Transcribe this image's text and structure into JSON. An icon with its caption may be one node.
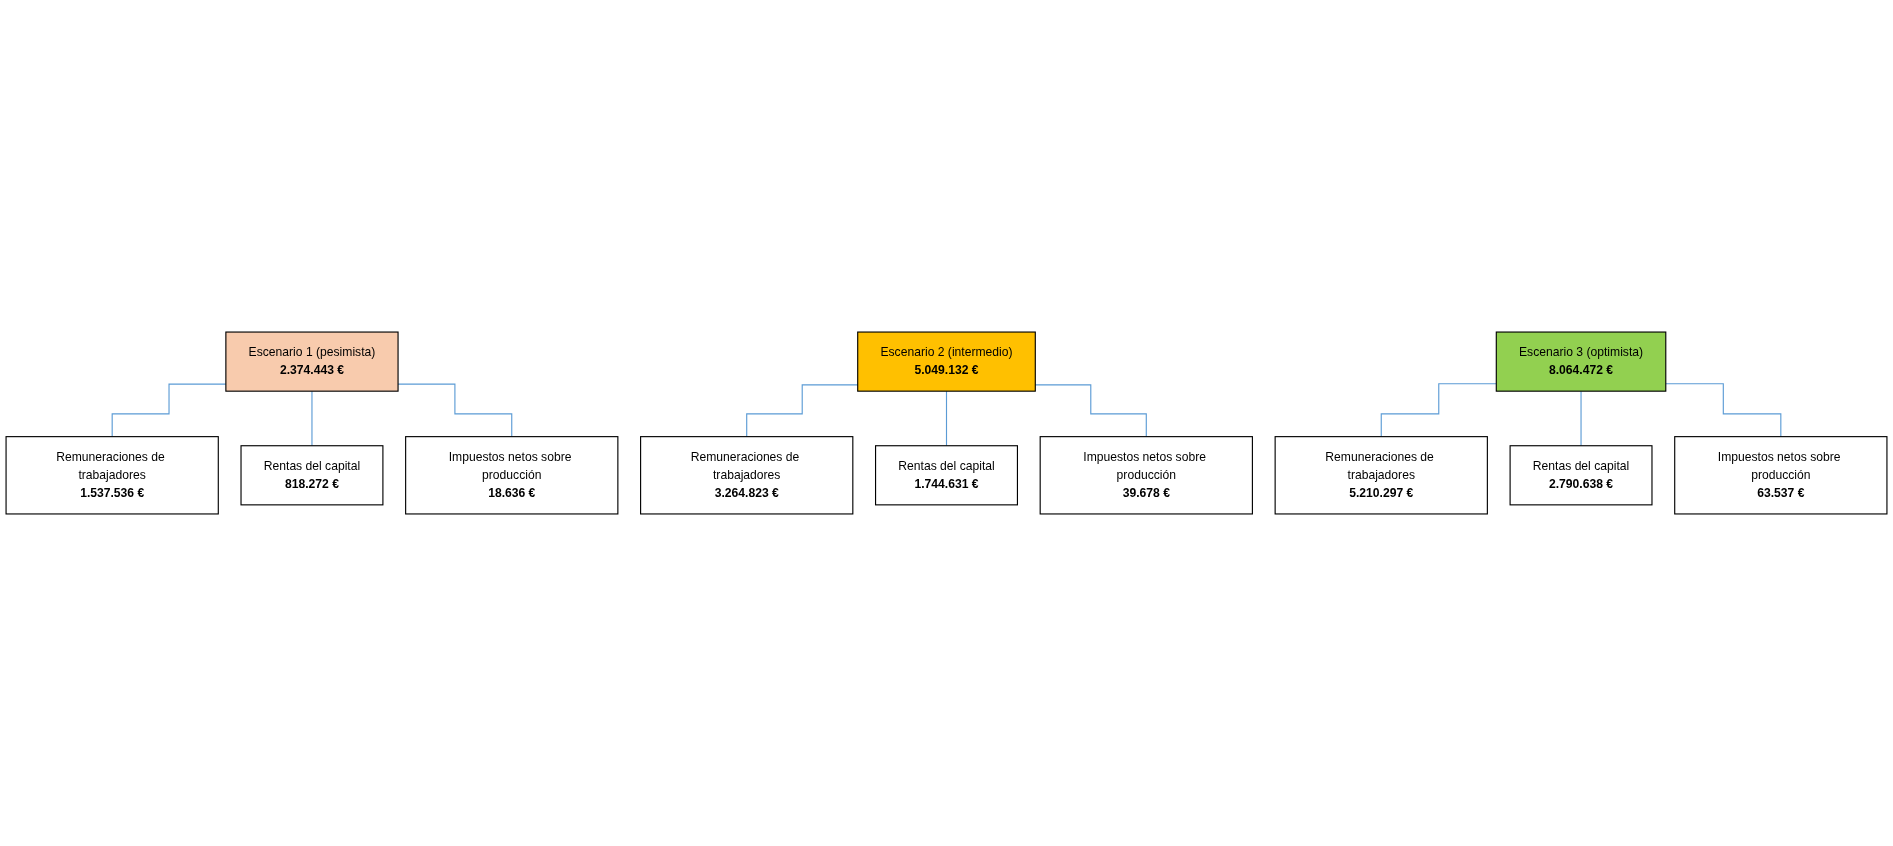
{
  "diagram": {
    "nodes": [
      {
        "text": [
          "Escenario 1 (pesimista)",
          "2.374.443 €"
        ]
      },
      {
        "text": [
          "Remuneraciones de trabajadores",
          "1.537.536 €"
        ]
      },
      {
        "text": [
          "Rentas del capital",
          "818.272 €"
        ]
      },
      {
        "text": [
          "Impuestos netos sobre producción",
          "18.636 €"
        ]
      },
      {
        "text": [
          "Escenario 2 (intermedio)",
          "5.049.132 €"
        ]
      },
      {
        "text": [
          "Remuneraciones de trabajadores",
          "3.264.823 €"
        ]
      },
      {
        "text": [
          "Rentas del capital",
          "1.744.631 €"
        ]
      },
      {
        "text": [
          "Impuestos netos sobre producción",
          "39.678 €"
        ]
      },
      {
        "text": [
          "Escenario 3 (optimista)",
          "8.064.472 €"
        ]
      },
      {
        "text": [
          "Remuneraciones de trabajadores",
          "5.210.297 €"
        ]
      },
      {
        "text": [
          "Rentas del capital",
          "2.790.638 €"
        ]
      },
      {
        "text": [
          "Impuestos netos sobre producción",
          "63.537 €"
        ]
      }
    ],
    "edges": [
      {
        "from": 0,
        "to": 1,
        "arrow": "none"
      },
      {
        "from": 0,
        "to": 2,
        "arrow": "none"
      },
      {
        "from": 0,
        "to": 3,
        "arrow": "none"
      },
      {
        "from": 4,
        "to": 5,
        "arrow": "none"
      },
      {
        "from": 4,
        "to": 6,
        "arrow": "none"
      },
      {
        "from": 4,
        "to": 7,
        "arrow": "none"
      },
      {
        "from": 8,
        "to": 9,
        "arrow": "none"
      },
      {
        "from": 8,
        "to": 10,
        "arrow": "none"
      },
      {
        "from": 8,
        "to": 11,
        "arrow": "none"
      }
    ]
  }
}
